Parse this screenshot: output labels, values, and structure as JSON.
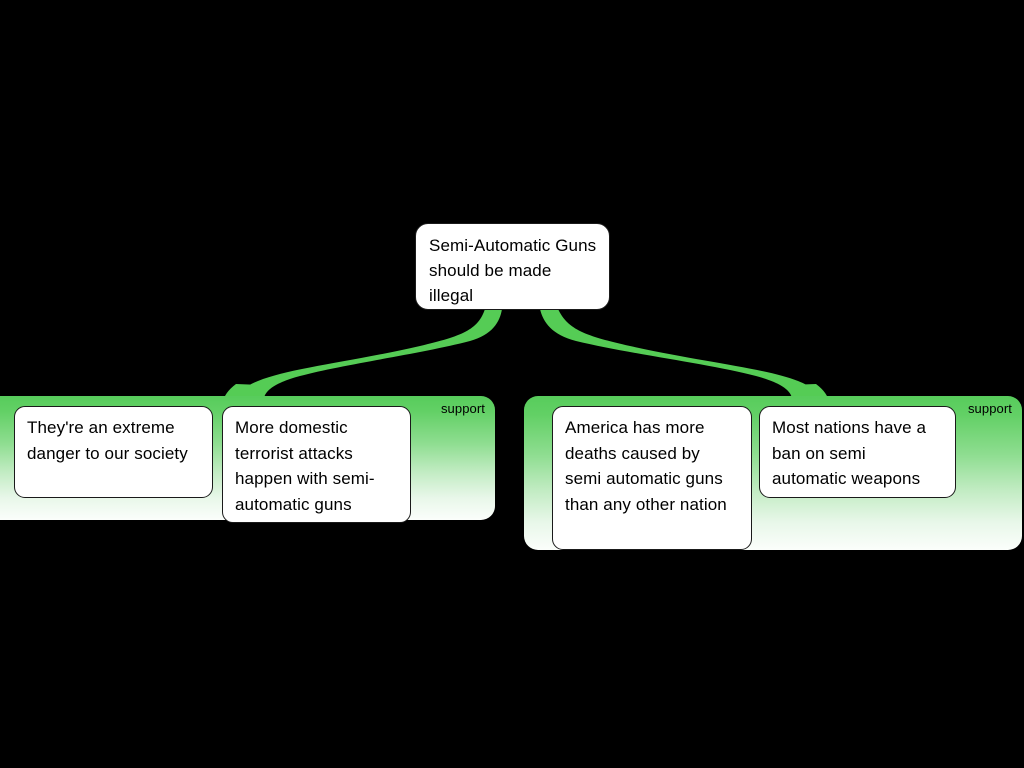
{
  "diagram": {
    "title": "Argument map: Semi-Automatic Guns should be made illegal",
    "background_color": "#000000",
    "accent_color": "#55cc55",
    "card_color": "#ffffff",
    "text_color": "#000000"
  },
  "root": {
    "text": "Semi-Automatic Guns should be made illegal"
  },
  "groups": [
    {
      "id": "left",
      "label": "support",
      "relation": "support",
      "cards": [
        {
          "id": "extreme-danger",
          "text": "They're an extreme danger to our society"
        },
        {
          "id": "terrorist-attacks",
          "text": "More domestic terrorist attacks happen with semi-automatic guns"
        }
      ]
    },
    {
      "id": "right",
      "label": "support",
      "relation": "support",
      "cards": [
        {
          "id": "america-deaths",
          "text": "America has more deaths caused by semi automatic guns than any other nation"
        },
        {
          "id": "most-nations",
          "text": "Most nations have a ban on semi automatic weapons"
        }
      ]
    }
  ],
  "connectors": [
    {
      "id": "root-to-left",
      "from": "root",
      "to": "left",
      "color": "#55cc55"
    },
    {
      "id": "root-to-right",
      "from": "root",
      "to": "right",
      "color": "#55cc55"
    }
  ]
}
